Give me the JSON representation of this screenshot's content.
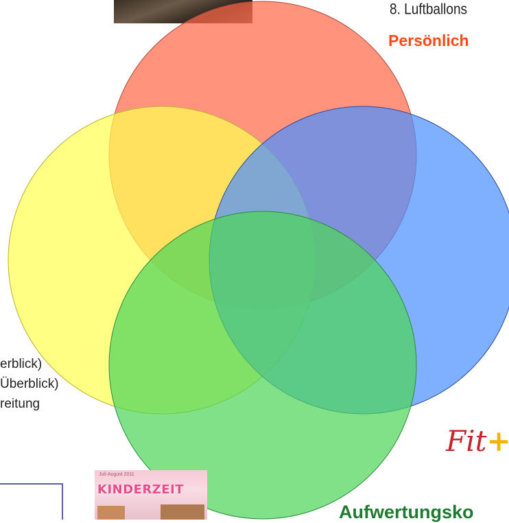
{
  "top_line": "8. Luftballons",
  "red_heading": "Persönlich",
  "left_lines": [
    "erblick)",
    "Überblick)",
    "reitung"
  ],
  "logo": {
    "word": "Fit",
    "plus": "+"
  },
  "magazine": {
    "title": "KINDERZEIT",
    "date": "Juli-August 2011"
  },
  "bottom_right": "Aufwertungsko",
  "circles": [
    {
      "name": "red-circle",
      "color": "#ff6a4a"
    },
    {
      "name": "yellow-circle",
      "color": "#ffff55"
    },
    {
      "name": "blue-circle",
      "color": "#4d90ff"
    },
    {
      "name": "green-circle",
      "color": "#4fd65a"
    }
  ]
}
